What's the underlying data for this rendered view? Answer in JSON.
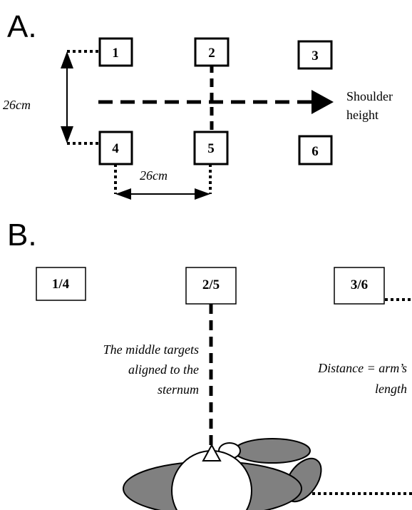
{
  "panel_a": {
    "letter": "A.",
    "targets": [
      "1",
      "2",
      "3",
      "4",
      "5",
      "6"
    ],
    "vertical_distance": "26cm",
    "horizontal_distance": "26cm",
    "shoulder_label_line1": "Shoulder",
    "shoulder_label_line2": "height"
  },
  "panel_b": {
    "letter": "B.",
    "targets": [
      "1/4",
      "2/5",
      "3/6"
    ],
    "middle_note": [
      "The middle targets",
      "aligned to the",
      "sternum"
    ],
    "distance_note": [
      "Distance = arm’s",
      "length"
    ]
  },
  "colors": {
    "line": "#000000",
    "body_fill": "#808080",
    "head_fill": "#ffffff"
  }
}
